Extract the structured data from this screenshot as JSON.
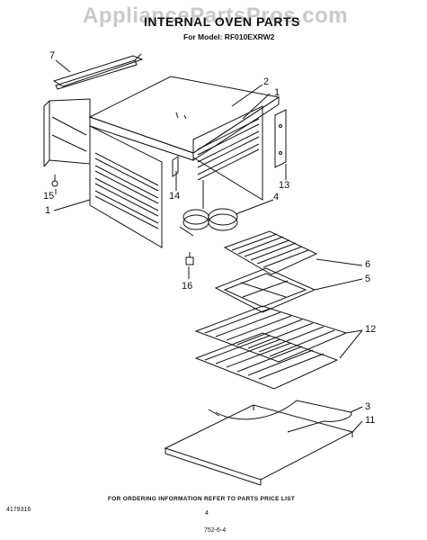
{
  "watermark": "AppliancePartsPros.com",
  "title": "INTERNAL OVEN PARTS",
  "subtitle": "For Model: RF010EXRW2",
  "footer_note": "FOR ORDERING INFORMATION REFER TO PARTS PRICE LIST",
  "doc_number": "4179316",
  "page_number": "4",
  "revision": "752-6-4",
  "callouts": {
    "c7": "7",
    "c2": "2",
    "c1_top": "1",
    "c15": "15",
    "c1_left": "1",
    "c14": "14",
    "c13": "13",
    "c4": "4",
    "c6": "6",
    "c5": "5",
    "c16": "16",
    "c12": "12",
    "c3": "3",
    "c11": "11"
  }
}
